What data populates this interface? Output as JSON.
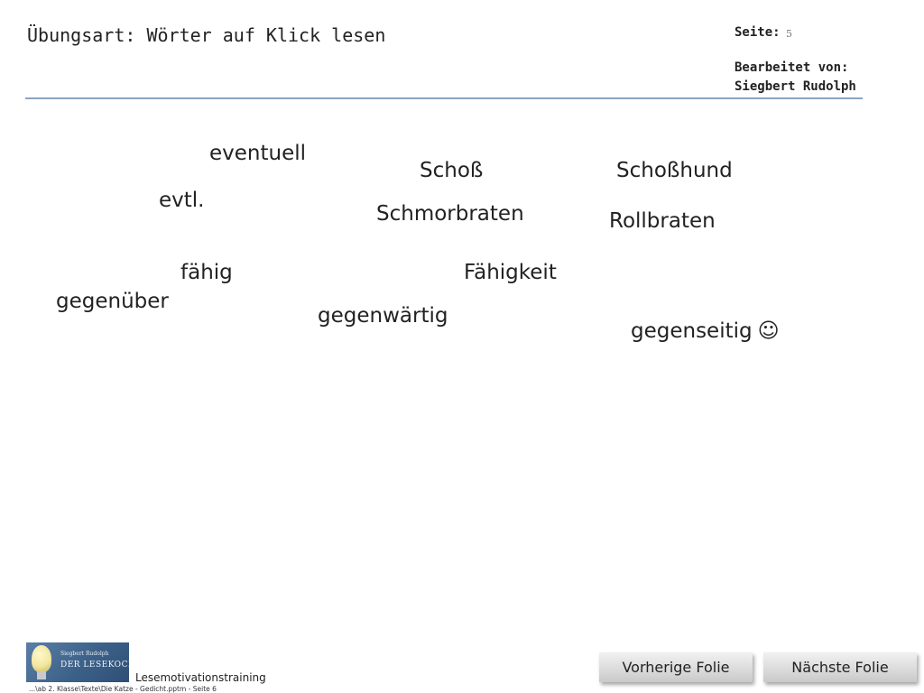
{
  "header": {
    "title": "Übungsart:  Wörter  auf  Klick  lesen",
    "page_label": "Seite:",
    "page_number": "5",
    "edited_label": "Bearbeitet  von:",
    "editor": "Siegbert  Rudolph"
  },
  "words": [
    "eventuell",
    "Schoß",
    "Schoßhund",
    "evtl.",
    "Schmorbraten",
    "Rollbraten",
    "fähig",
    "Fähigkeit",
    "gegenüber",
    "gegenwärtig",
    "gegenseitig"
  ],
  "smiley": "☺",
  "footer": {
    "logo_line1": "Siegbert Rudolph",
    "logo_line2": "DER LESEKOCH",
    "label": "Lesemotivationstraining",
    "path": "...\\ab 2. Klasse\\Texte\\Die Katze - Gedicht.pptm - Seite 6"
  },
  "nav": {
    "prev_label": "Vorherige  Folie",
    "next_label": "Nächste  Folie"
  }
}
